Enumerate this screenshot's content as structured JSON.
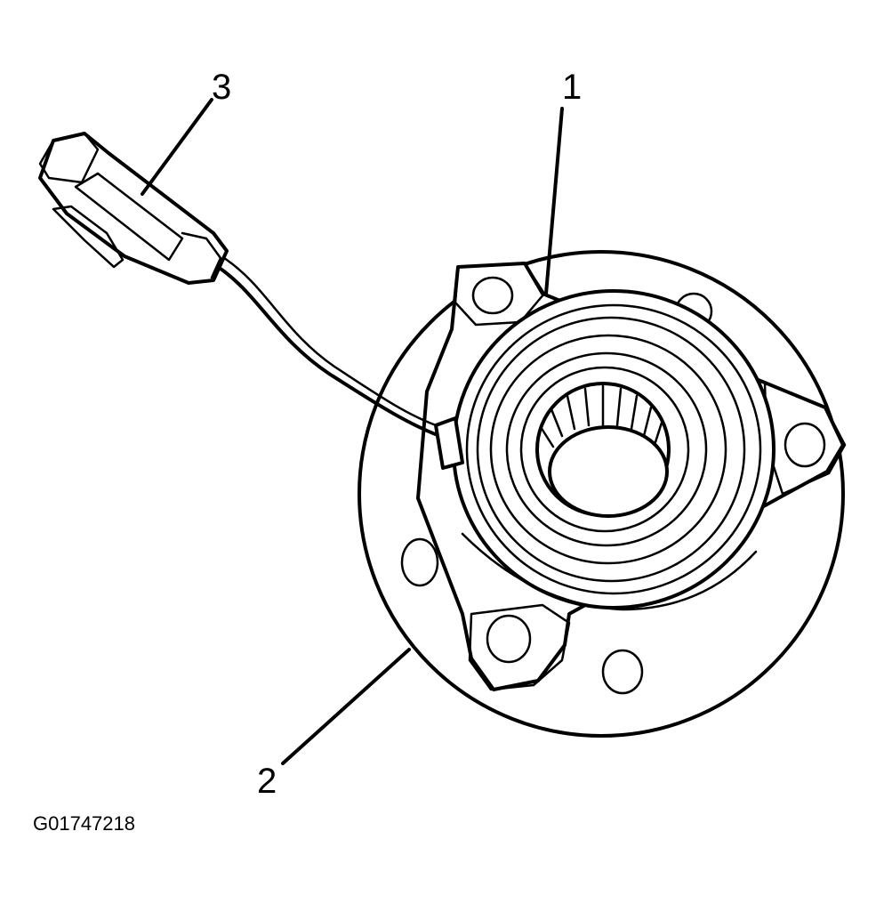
{
  "callouts": [
    {
      "id": "1",
      "label": "1"
    },
    {
      "id": "2",
      "label": "2"
    },
    {
      "id": "3",
      "label": "3"
    }
  ],
  "figure_id": "G01747218",
  "colors": {
    "ink": "#000000",
    "background": "#ffffff"
  }
}
